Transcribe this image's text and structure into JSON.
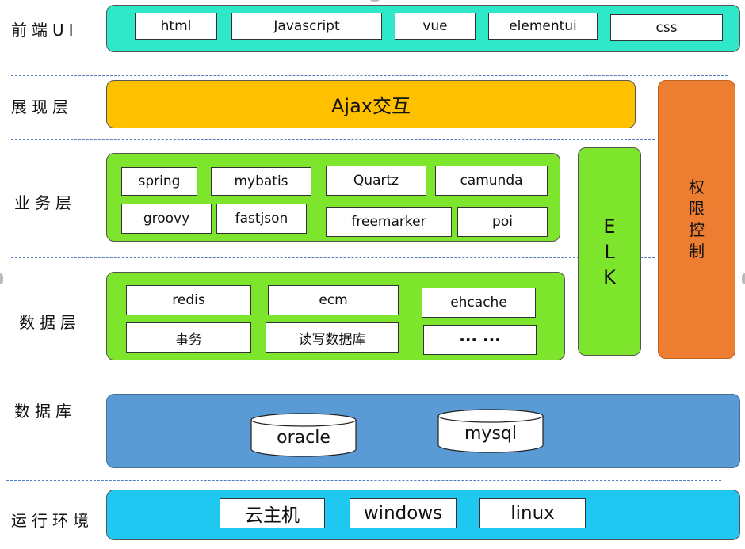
{
  "layers": {
    "frontend": {
      "label": "前端UI",
      "items": [
        "html",
        "Javascript",
        "vue",
        "elementui",
        "css"
      ],
      "color": "#2ee8c9"
    },
    "presentation": {
      "label": "展现层",
      "bar": "Ajax交互",
      "color": "#ffc000"
    },
    "business": {
      "label": "业务层",
      "items": [
        "spring",
        "mybatis",
        "Quartz",
        "camunda",
        "groovy",
        "fastjson",
        "freemarker",
        "poi"
      ],
      "color": "#7ee52d"
    },
    "data": {
      "label": "数据层",
      "items": [
        "redis",
        "ecm",
        "ehcache",
        "事务",
        "读写数据库",
        "··· ···"
      ],
      "color": "#7ee52d"
    },
    "database": {
      "label": "数据库",
      "items": [
        "oracle",
        "mysql"
      ],
      "color": "#5b9bd5"
    },
    "runtime": {
      "label": "运行环境",
      "items": [
        "云主机",
        "windows",
        "linux"
      ],
      "color": "#1fc8f0"
    }
  },
  "elk": {
    "letters": [
      "E",
      "L",
      "K"
    ],
    "color": "#7ee52d"
  },
  "permission": {
    "chars": [
      "权",
      "限",
      "控",
      "制"
    ],
    "color": "#ed7d31"
  }
}
